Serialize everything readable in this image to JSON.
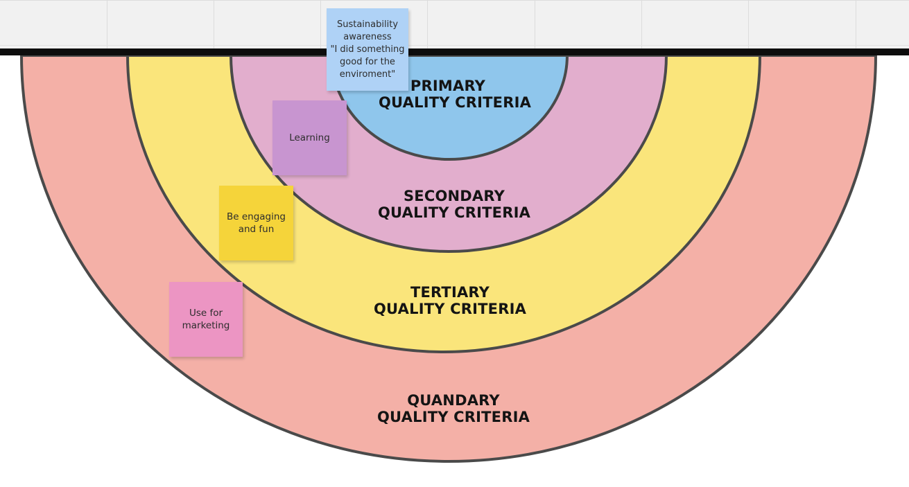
{
  "diagram": {
    "rings": [
      {
        "id": "quandary",
        "line1": "QUANDARY",
        "line2": "QUALITY CRITERIA",
        "color": "#f4b0a7"
      },
      {
        "id": "tertiary",
        "line1": "TERTIARY",
        "line2": "QUALITY CRITERIA",
        "color": "#fae57b"
      },
      {
        "id": "secondary",
        "line1": "SECONDARY",
        "line2": "QUALITY CRITERIA",
        "color": "#e2aecd"
      },
      {
        "id": "primary",
        "line1": "PRIMARY",
        "line2": "QUALITY CRITERIA",
        "color": "#8fc6ec"
      }
    ],
    "outline_color": "#4a4a4a"
  },
  "stickies": [
    {
      "id": "sustainability",
      "text": "Sustainability\nawareness\n\"I did something\ngood for the\nenviroment\"",
      "color": "#afd2f6"
    },
    {
      "id": "learning",
      "text": "Learning",
      "color": "#c895d0"
    },
    {
      "id": "engaging",
      "text": "Be engaging\nand fun",
      "color": "#f5d43a"
    },
    {
      "id": "marketing",
      "text": "Use for\nmarketing",
      "color": "#ec95c3"
    }
  ]
}
